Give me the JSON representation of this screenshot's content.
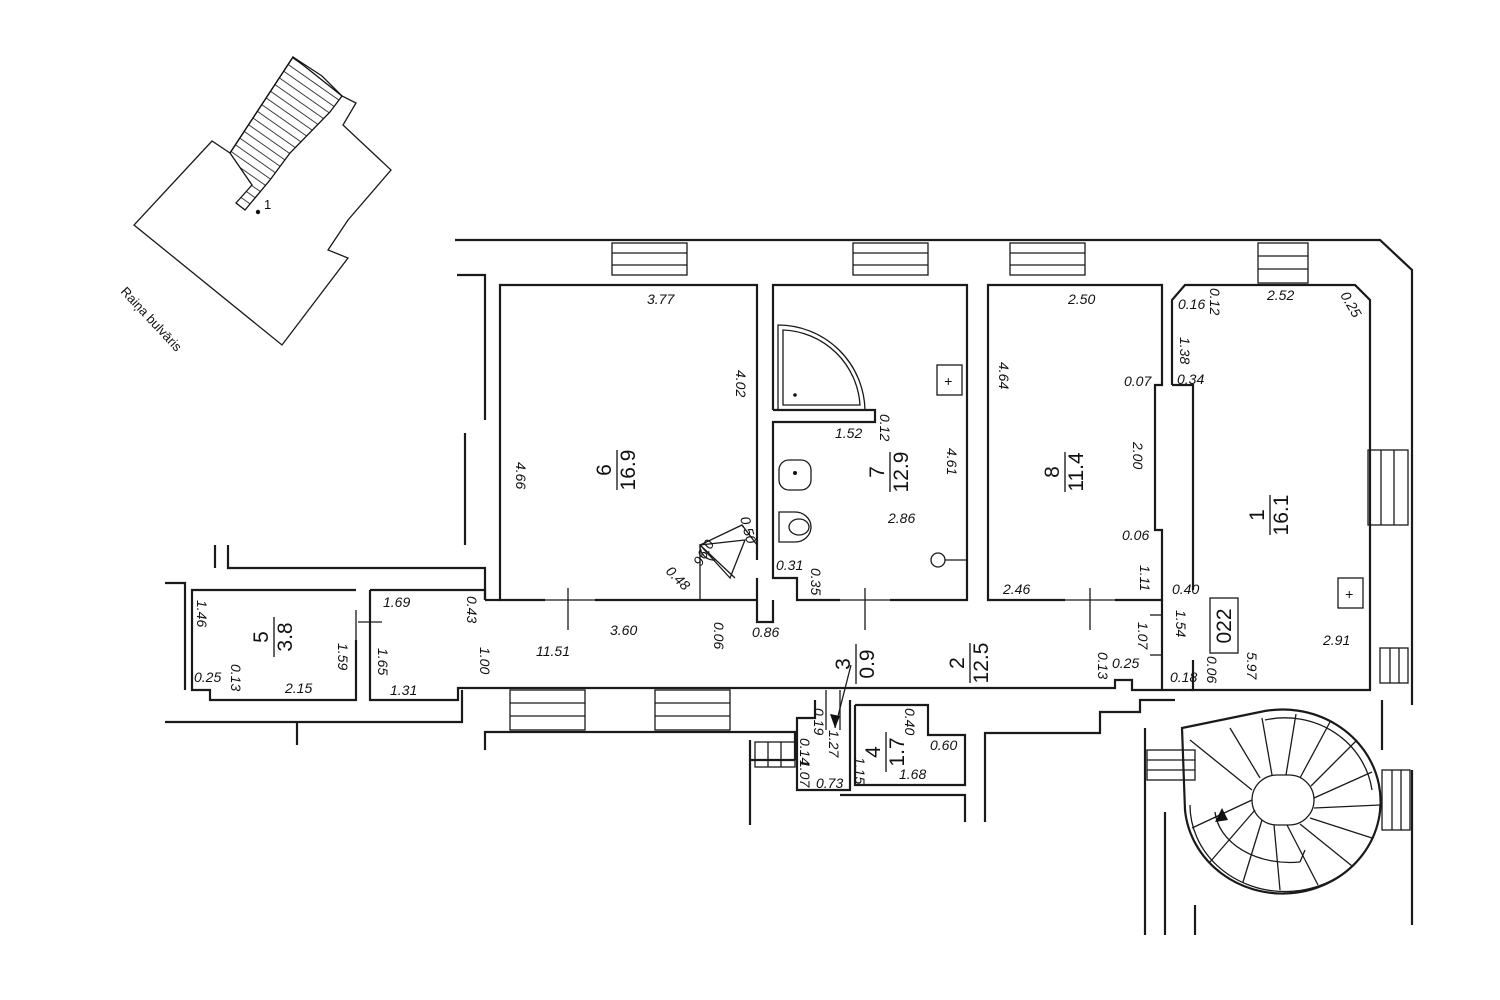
{
  "site_plan": {
    "street_label": "Raiņa bulvāris",
    "marker_label": "1"
  },
  "rooms": [
    {
      "id": "r6",
      "number": "6",
      "area": "16.9"
    },
    {
      "id": "r7",
      "number": "7",
      "area": "12.9"
    },
    {
      "id": "r8",
      "number": "8",
      "area": "11.4"
    },
    {
      "id": "r1",
      "number": "1",
      "area": "16.1"
    },
    {
      "id": "r5",
      "number": "5",
      "area": "3.8"
    },
    {
      "id": "r2",
      "number": "2",
      "area": "12.5"
    },
    {
      "id": "r3",
      "number": "3",
      "area": "0.9"
    },
    {
      "id": "r4",
      "number": "4",
      "area": "1.7"
    }
  ],
  "unit_label": "022",
  "dimensions": {
    "r6_top": "3.77",
    "r6_right": "4.02",
    "r6_left": "4.66",
    "r6_door_angle": "96.0",
    "r6_door_a": "0.50",
    "r6_door_b": "0.48",
    "r7_bath_width": "1.52",
    "r7_wall": "0.12",
    "r7_right": "4.61",
    "r7_width": "2.86",
    "r7_a": "0.31",
    "r7_b": "0.35",
    "r8_top": "2.50",
    "r8_left": "4.64",
    "r8_a": "0.07",
    "r8_mid": "2.00",
    "r8_b": "0.06",
    "r8_c": "1.11",
    "r8_bottom": "2.46",
    "r1_a": "0.16",
    "r1_b": "0.12",
    "r1_top": "2.52",
    "r1_c": "0.25",
    "r1_d": "1.38",
    "r1_e": "0.34",
    "r1_f": "0.40",
    "r1_g": "1.54",
    "r1_h": "5.97",
    "r1_i": "2.91",
    "r1_j": "0.18",
    "r1_k": "0.06",
    "r5_left": "1.46",
    "r5_a": "1.59",
    "r5_b": "0.25",
    "r5_c": "0.13",
    "r5_bottom": "2.15",
    "r2_a": "1.69",
    "r2_b": "1.65",
    "r2_c": "0.43",
    "r2_d": "1.00",
    "r2_e": "1.31",
    "r2_len": "11.51",
    "r2_f": "3.60",
    "r2_g": "0.06",
    "r2_h": "0.86",
    "r2_i": "1.07",
    "r2_j": "0.13",
    "r2_k": "0.25",
    "r3_a": "0.19",
    "r3_b": "0.14",
    "r3_c": "1.07",
    "r3_d": "0.73",
    "r4_a": "0.40",
    "r4_b": "0.60",
    "r4_c": "1.27",
    "r4_d": "1.15",
    "r4_e": "1.68"
  }
}
